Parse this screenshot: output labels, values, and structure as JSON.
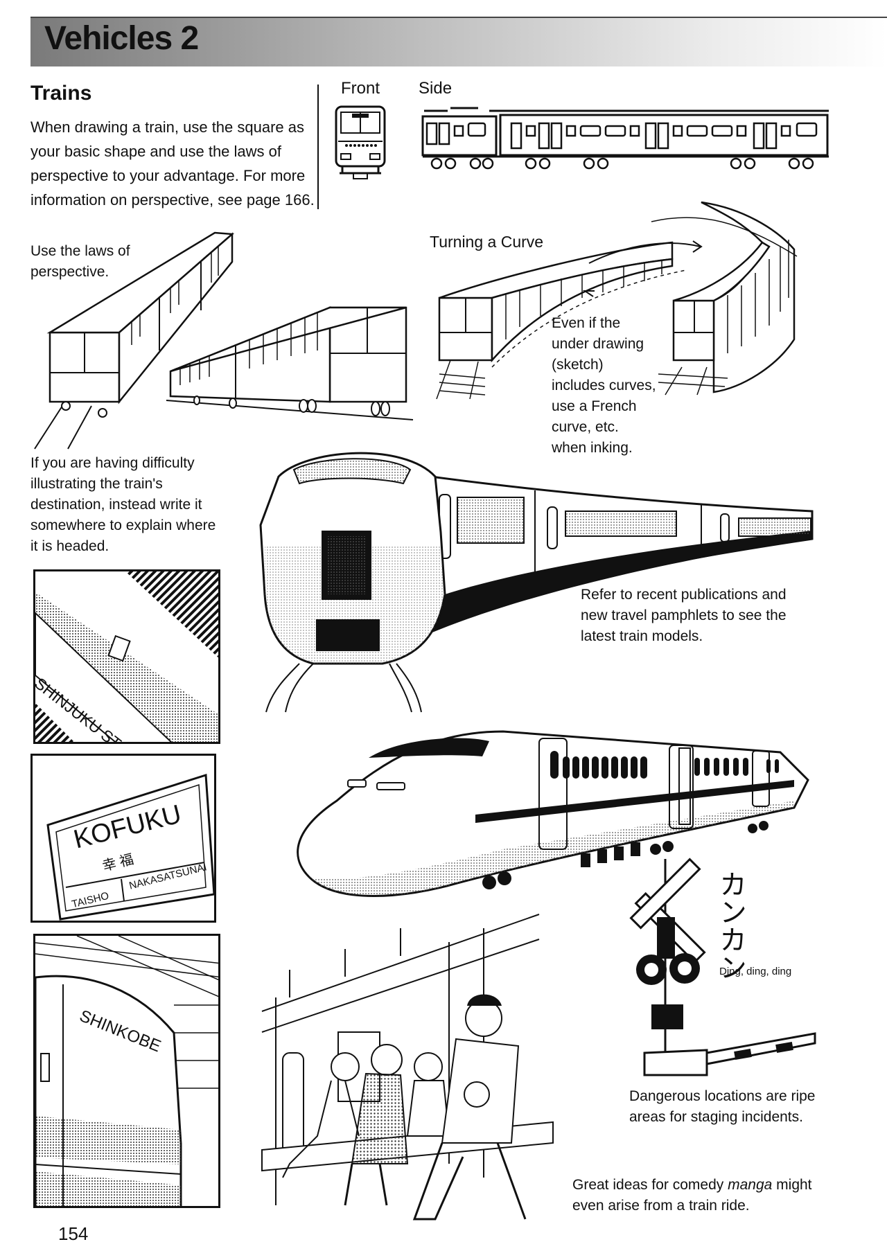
{
  "header": {
    "title": "Vehicles 2"
  },
  "trains": {
    "heading": "Trains",
    "intro": [
      "When drawing a train, use the square as",
      "your basic shape and use the laws of",
      "perspective to your advantage. For more",
      "information on perspective, see page 166."
    ]
  },
  "views": {
    "front": "Front",
    "side": "Side"
  },
  "perspective": {
    "label": [
      "Use the laws of",
      "perspective."
    ]
  },
  "curve": {
    "title": "Turning a Curve",
    "note": [
      "Even if the",
      "under drawing",
      "(sketch)",
      "includes curves,",
      "use a French",
      "curve, etc.",
      "when inking."
    ]
  },
  "destination": {
    "note": [
      "If you are having difficulty",
      "illustrating the train's",
      "destination, instead write it",
      "somewhere to explain where",
      "it is headed."
    ]
  },
  "publications": {
    "note": [
      "Refer to recent publications and",
      "new travel pamphlets to see the",
      "latest train models."
    ]
  },
  "signs": {
    "shinjuku": "SHINJUKU STATION",
    "kofuku": "KOFUKU",
    "kofuku_jp": "幸 福",
    "taisho": "TAISHO",
    "nakasatsunai": "NAKASATSUNAI",
    "shinkobe": "SHINKOBE"
  },
  "crossing": {
    "sfx": "カンカン",
    "sfx_caption": "Ding, ding, ding",
    "note": [
      "Dangerous locations are ripe",
      "areas for staging incidents."
    ]
  },
  "comedy": {
    "note_pre": "Great ideas for comedy ",
    "note_em": "manga",
    "note_post": " might",
    "note_line2": "even arise from a train ride."
  },
  "page_number": "154"
}
